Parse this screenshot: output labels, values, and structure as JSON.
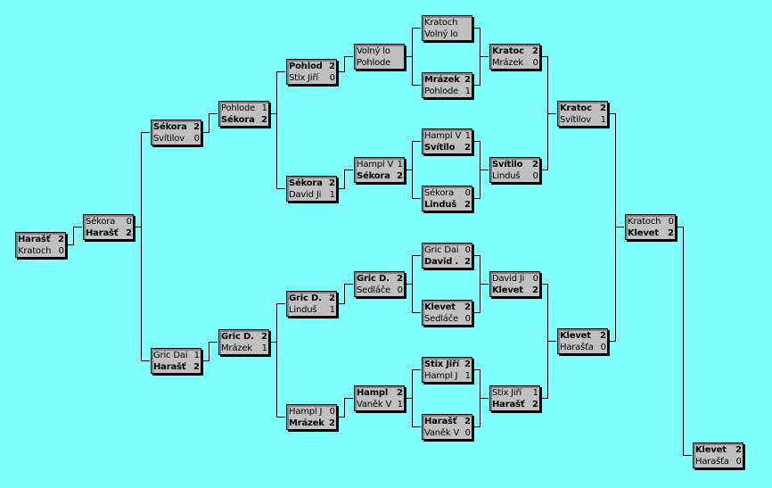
{
  "matches": [
    {
      "id": "r0_0",
      "rows": [
        {
          "name": "Harašť",
          "score": "2",
          "win": true
        },
        {
          "name": "Kratoch",
          "score": "0",
          "win": false
        }
      ]
    },
    {
      "id": "r1_0",
      "rows": [
        {
          "name": "Sékora",
          "score": "0",
          "win": false
        },
        {
          "name": "Harašť",
          "score": "2",
          "win": true
        }
      ]
    },
    {
      "id": "r2_0",
      "rows": [
        {
          "name": "Sékora",
          "score": "2",
          "win": true
        },
        {
          "name": "Svítilov",
          "score": "0",
          "win": false
        }
      ]
    },
    {
      "id": "r2_1",
      "rows": [
        {
          "name": "Gric Dai",
          "score": "1",
          "win": false
        },
        {
          "name": "Harašť",
          "score": "2",
          "win": true
        }
      ]
    },
    {
      "id": "r3_0",
      "rows": [
        {
          "name": "Pohlode",
          "score": "1",
          "win": false
        },
        {
          "name": "Sékora",
          "score": "2",
          "win": true
        }
      ]
    },
    {
      "id": "r3_1",
      "rows": [
        {
          "name": "Gric D.",
          "score": "2",
          "win": true
        },
        {
          "name": "Mrázek",
          "score": "1",
          "win": false
        }
      ]
    },
    {
      "id": "r4_0",
      "rows": [
        {
          "name": "Pohlod",
          "score": "2",
          "win": true
        },
        {
          "name": "Stix Jiří",
          "score": "0",
          "win": false
        }
      ]
    },
    {
      "id": "r4_1",
      "rows": [
        {
          "name": "Sékora",
          "score": "2",
          "win": true
        },
        {
          "name": "David Ji",
          "score": "1",
          "win": false
        }
      ]
    },
    {
      "id": "r4_2",
      "rows": [
        {
          "name": "Gric D.",
          "score": "2",
          "win": true
        },
        {
          "name": "Linduš",
          "score": "1",
          "win": false
        }
      ]
    },
    {
      "id": "r4_3",
      "rows": [
        {
          "name": "Hampl J",
          "score": "0",
          "win": false
        },
        {
          "name": "Mrázek",
          "score": "2",
          "win": true
        }
      ]
    },
    {
      "id": "r5_0",
      "rows": [
        {
          "name": "Volný lo",
          "score": "",
          "win": false
        },
        {
          "name": "Pohlode",
          "score": "",
          "win": false
        }
      ]
    },
    {
      "id": "r5_1",
      "rows": [
        {
          "name": "Hampl V",
          "score": "1",
          "win": false
        },
        {
          "name": "Sékora",
          "score": "2",
          "win": true
        }
      ]
    },
    {
      "id": "r5_2",
      "rows": [
        {
          "name": "Gric D.",
          "score": "2",
          "win": true
        },
        {
          "name": "Sedláče",
          "score": "0",
          "win": false
        }
      ]
    },
    {
      "id": "r5_3",
      "rows": [
        {
          "name": "Hampl",
          "score": "2",
          "win": true
        },
        {
          "name": "Vaněk V",
          "score": "1",
          "win": false
        }
      ]
    },
    {
      "id": "r6_0",
      "rows": [
        {
          "name": "Kratoch",
          "score": "",
          "win": false
        },
        {
          "name": "Volný lo",
          "score": "",
          "win": false
        }
      ]
    },
    {
      "id": "r6_1",
      "rows": [
        {
          "name": "Mrázek",
          "score": "2",
          "win": true
        },
        {
          "name": "Pohlode",
          "score": "1",
          "win": false
        }
      ]
    },
    {
      "id": "r6_2",
      "rows": [
        {
          "name": "Hampl V",
          "score": "1",
          "win": false
        },
        {
          "name": "Svítilo",
          "score": "2",
          "win": true
        }
      ]
    },
    {
      "id": "r6_3",
      "rows": [
        {
          "name": "Sékora",
          "score": "0",
          "win": false
        },
        {
          "name": "Linduš",
          "score": "2",
          "win": true
        }
      ]
    },
    {
      "id": "r6_4",
      "rows": [
        {
          "name": "Gric Dai",
          "score": "0",
          "win": false
        },
        {
          "name": "David .",
          "score": "2",
          "win": true
        }
      ]
    },
    {
      "id": "r6_5",
      "rows": [
        {
          "name": "Klevet",
          "score": "2",
          "win": true
        },
        {
          "name": "Sedláče",
          "score": "0",
          "win": false
        }
      ]
    },
    {
      "id": "r6_6",
      "rows": [
        {
          "name": "Stix Jiří",
          "score": "2",
          "win": true
        },
        {
          "name": "Hampl J",
          "score": "1",
          "win": false
        }
      ]
    },
    {
      "id": "r6_7",
      "rows": [
        {
          "name": "Harašť",
          "score": "2",
          "win": true
        },
        {
          "name": "Vaněk V",
          "score": "0",
          "win": false
        }
      ]
    },
    {
      "id": "r7_0",
      "rows": [
        {
          "name": "Kratoc",
          "score": "2",
          "win": true
        },
        {
          "name": "Mrázek",
          "score": "0",
          "win": false
        }
      ]
    },
    {
      "id": "r7_1",
      "rows": [
        {
          "name": "Svítilo",
          "score": "2",
          "win": true
        },
        {
          "name": "Linduš",
          "score": "0",
          "win": false
        }
      ]
    },
    {
      "id": "r7_2",
      "rows": [
        {
          "name": "David Ji",
          "score": "0",
          "win": false
        },
        {
          "name": "Klevet",
          "score": "2",
          "win": true
        }
      ]
    },
    {
      "id": "r7_3",
      "rows": [
        {
          "name": "Stix Jiří",
          "score": "1",
          "win": false
        },
        {
          "name": "Harašť",
          "score": "2",
          "win": true
        }
      ]
    },
    {
      "id": "r8_0",
      "rows": [
        {
          "name": "Kratoc",
          "score": "2",
          "win": true
        },
        {
          "name": "Svítilov",
          "score": "1",
          "win": false
        }
      ]
    },
    {
      "id": "r8_1",
      "rows": [
        {
          "name": "Klevet",
          "score": "2",
          "win": true
        },
        {
          "name": "Harašťa",
          "score": "0",
          "win": false
        }
      ]
    },
    {
      "id": "r9_0",
      "rows": [
        {
          "name": "Kratoch",
          "score": "0",
          "win": false
        },
        {
          "name": "Klevet",
          "score": "2",
          "win": true
        }
      ]
    },
    {
      "id": "r10_0",
      "rows": [
        {
          "name": "Klevet",
          "score": "2",
          "win": true
        },
        {
          "name": "Harašťa",
          "score": "0",
          "win": false
        }
      ]
    }
  ]
}
